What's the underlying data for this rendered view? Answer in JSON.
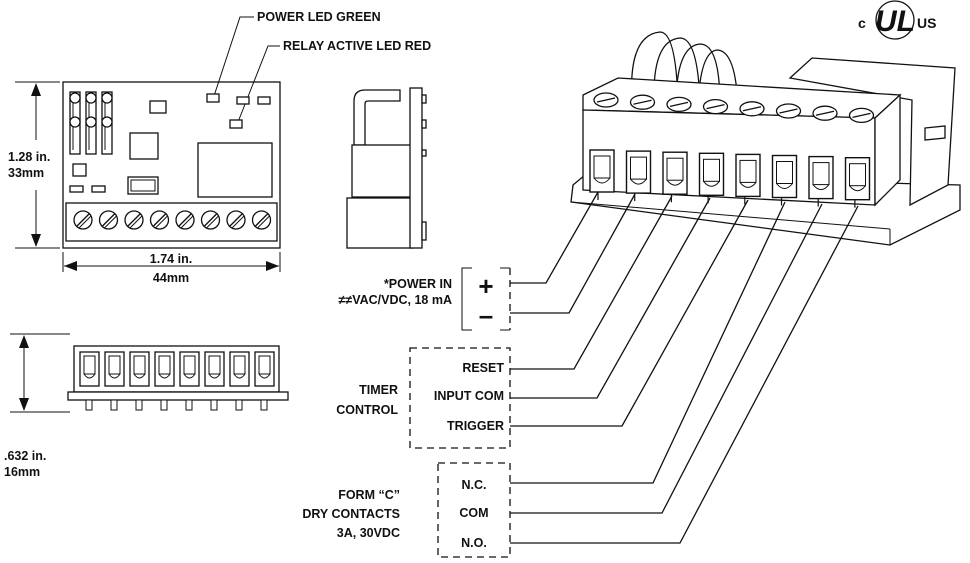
{
  "callouts": {
    "power_led": "POWER LED GREEN",
    "relay_led": "RELAY ACTIVE LED RED"
  },
  "dimensions": {
    "height_in": "1.28 in.",
    "height_mm": "33mm",
    "width_in": "1.74 in.",
    "width_mm": "44mm",
    "depth_in": ".632 in.",
    "depth_mm": "16mm"
  },
  "certification": {
    "c": "c",
    "ul": "UL",
    "us": "US"
  },
  "power": {
    "title": "*POWER IN",
    "spec": "≠≠VAC/VDC, 18 mA",
    "plus": "+",
    "minus": "–"
  },
  "timer": {
    "group_line1": "TIMER",
    "group_line2": "CONTROL",
    "reset": "RESET",
    "input_com": "INPUT COM",
    "trigger": "TRIGGER"
  },
  "contacts": {
    "group_line1": "FORM “C”",
    "group_line2": "DRY CONTACTS",
    "group_line3": "3A, 30VDC",
    "nc": "N.C.",
    "com": "COM",
    "no": "N.O."
  }
}
